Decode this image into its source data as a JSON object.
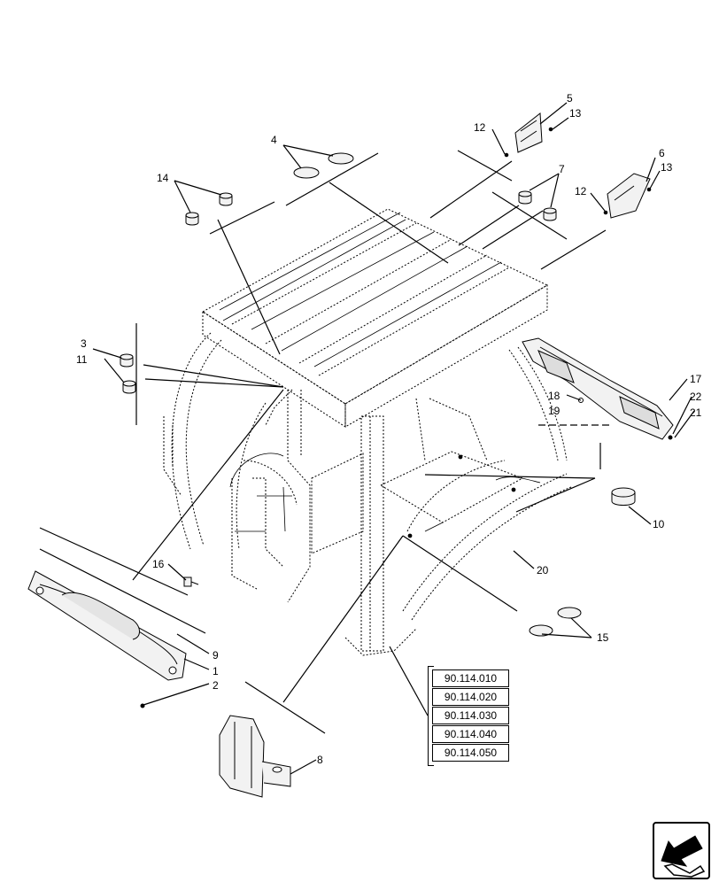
{
  "diagram": {
    "callouts": {
      "c1": "1",
      "c2": "2",
      "c3": "3",
      "c4": "4",
      "c5": "5",
      "c6": "6",
      "c7": "7",
      "c8": "8",
      "c9": "9",
      "c10": "10",
      "c11": "11",
      "c12a": "12",
      "c12b": "12",
      "c13a": "13",
      "c13b": "13",
      "c14": "14",
      "c15": "15",
      "c16": "16",
      "c17": "17",
      "c18": "18",
      "c19": "19",
      "c20": "20",
      "c21": "21",
      "c22": "22"
    },
    "references": [
      "90.114.010",
      "90.114.020",
      "90.114.030",
      "90.114.040",
      "90.114.050"
    ]
  },
  "navigation": {
    "icon": "next-page-arrow-icon"
  },
  "colors": {
    "line": "#000000",
    "background": "#ffffff",
    "fill": "#f2f2f2"
  }
}
